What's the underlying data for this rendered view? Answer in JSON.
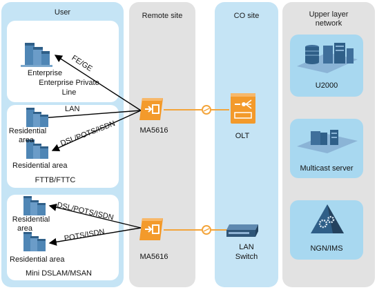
{
  "columns": {
    "user": "User",
    "remote": "Remote site",
    "co": "CO site",
    "upper_line1": "Upper layer",
    "upper_line2": "network"
  },
  "user_groups": {
    "enterprise": {
      "site_line1": "Enterprise",
      "site_line2": "Enterprise Private",
      "site_line3": "Line",
      "link": "FE/GE"
    },
    "fttb": {
      "link_top": "LAN",
      "site_top_line1": "Residential",
      "site_top_line2": "area",
      "link_bottom": "DSL/POTS/ISDN",
      "site_bottom": "Residential area",
      "caption": "FTTB/FTTC"
    },
    "mini": {
      "link_top": "DSL/POTS/ISDN",
      "site_top_line1": "Residential",
      "site_top_line2": "area",
      "link_bottom": "POTS/ISDN",
      "site_bottom": "Residential area",
      "caption": "Mini DSLAM/MSAN"
    }
  },
  "remote_devices": {
    "top": "MA5616",
    "bottom": "MA5616"
  },
  "co_devices": {
    "olt": "OLT",
    "switch_line1": "LAN",
    "switch_line2": "Switch"
  },
  "upper_layer": {
    "u2000": "U2000",
    "multicast": "Multicast server",
    "ngn": "NGN/IMS"
  },
  "colors": {
    "user_column": "#c5e4f5",
    "remote_column": "#e2e2e2",
    "co_column": "#c5e4f5",
    "upper_column": "#e2e2e2",
    "device_orange": "#f39a2b",
    "fiber_orange": "#f3a43a",
    "server_panel": "#a8d8f0"
  }
}
